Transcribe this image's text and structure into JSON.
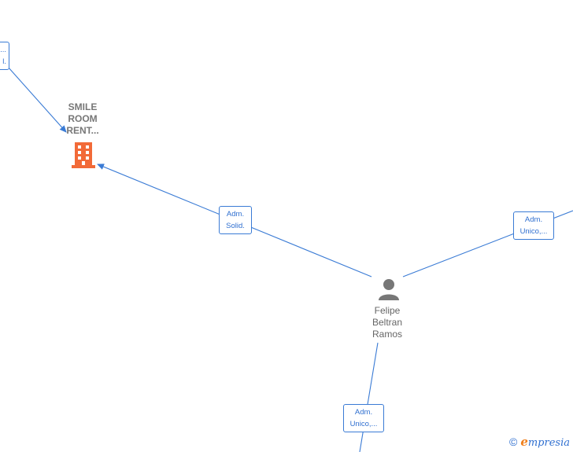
{
  "nodes": {
    "company": {
      "label_lines": [
        "SMILE",
        "ROOM",
        "RENT..."
      ],
      "icon": "building-icon",
      "color": "#f26a38"
    },
    "person": {
      "label_lines": [
        "Felipe",
        "Beltran",
        "Ramos"
      ],
      "icon": "person-icon",
      "color": "#777777"
    }
  },
  "edges": {
    "top_left": {
      "label_lines": [
        "...",
        "l."
      ]
    },
    "person_to_company": {
      "label_lines": [
        "Adm.",
        "Solid."
      ]
    },
    "person_to_right": {
      "label_lines": [
        "Adm.",
        "Unico,..."
      ]
    },
    "person_to_bottom": {
      "label_lines": [
        "Adm.",
        "Unico,..."
      ]
    }
  },
  "edge_color": "#3a7bd5",
  "watermark": {
    "copyright": "©",
    "brand_first": "e",
    "brand_rest": "mpresia"
  }
}
